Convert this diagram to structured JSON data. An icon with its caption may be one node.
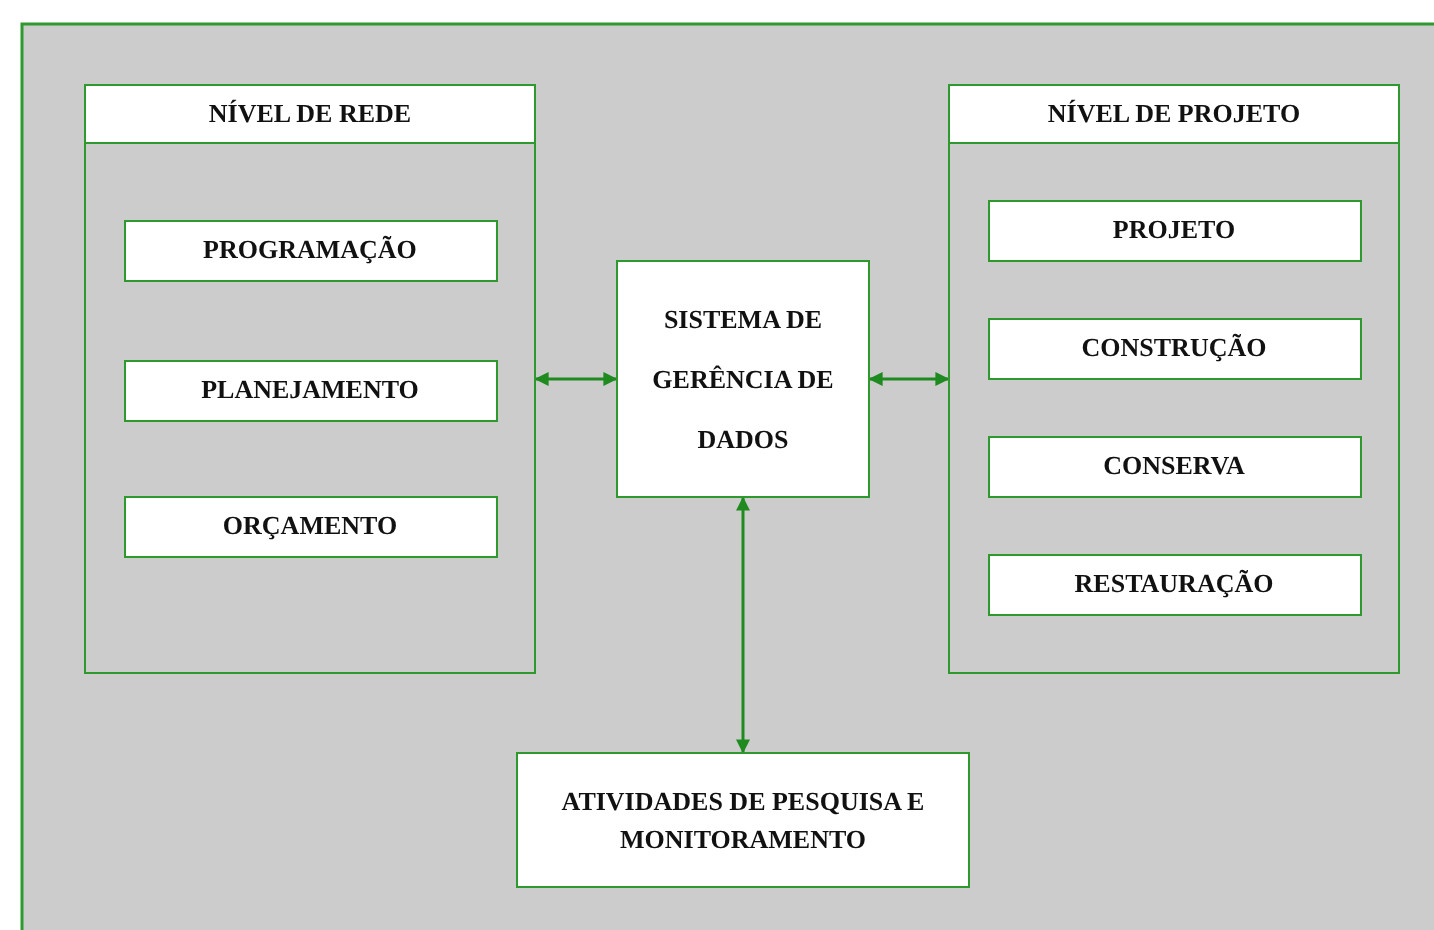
{
  "diagram": {
    "nodes": [
      {
        "text": [
          "NÍVEL DE REDE"
        ]
      },
      {
        "text": [
          "PROGRAMAÇÃO"
        ],
        "in": 0
      },
      {
        "text": [
          "PLANEJAMENTO"
        ],
        "in": 0
      },
      {
        "text": [
          "ORÇAMENTO"
        ],
        "in": 0
      },
      {
        "text": [
          "SISTEMA DE GERÊNCIA DE DADOS"
        ]
      },
      {
        "text": [
          "NÍVEL DE PROJETO"
        ]
      },
      {
        "text": [
          "PROJETO"
        ],
        "in": 5
      },
      {
        "text": [
          "CONSTRUÇÃO"
        ],
        "in": 5
      },
      {
        "text": [
          "CONSERVA"
        ],
        "in": 5
      },
      {
        "text": [
          "RESTAURAÇÃO"
        ],
        "in": 5
      },
      {
        "text": [
          "ATIVIDADES DE PESQUISA E MONITORAMENTO"
        ]
      }
    ],
    "edges": [
      {
        "from": 0,
        "to": 4,
        "arrow": "both"
      },
      {
        "from": 4,
        "to": 5,
        "arrow": "both"
      },
      {
        "from": 4,
        "to": 10,
        "arrow": "both"
      }
    ]
  }
}
